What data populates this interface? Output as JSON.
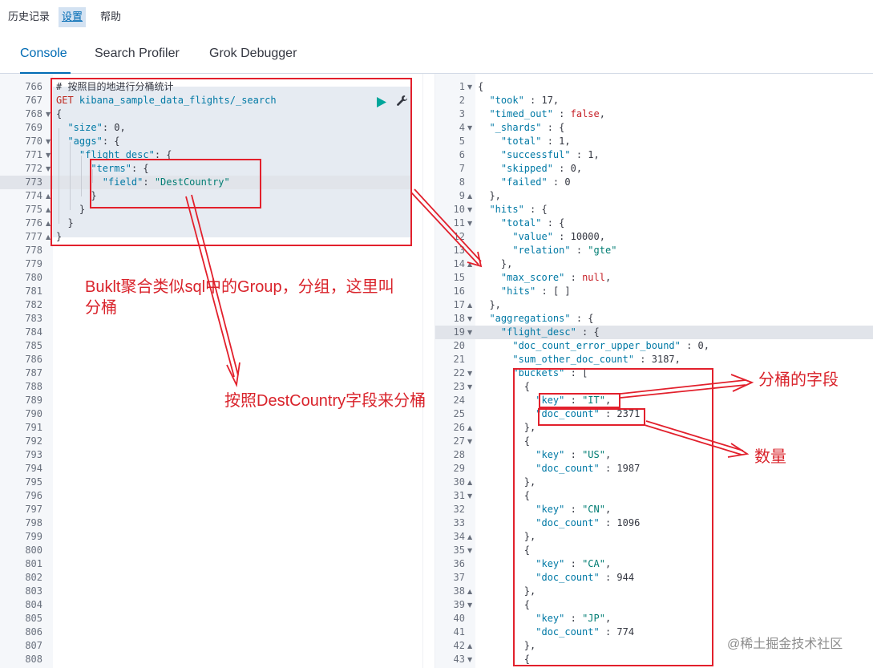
{
  "top_menu": {
    "history": "历史记录",
    "settings": "设置",
    "help": "帮助"
  },
  "tabs": {
    "console": "Console",
    "search_profiler": "Search Profiler",
    "grok_debugger": "Grok Debugger"
  },
  "request_lines": [
    {
      "num": "766",
      "text": "# 按照目的地进行分桶统计",
      "kind": "comment"
    },
    {
      "num": "767",
      "text": "GET kibana_sample_data_flights/_search",
      "kind": "method"
    },
    {
      "num": "768",
      "text": "{",
      "kind": "plain"
    },
    {
      "num": "769",
      "text": "  \"size\": 0,",
      "kind": "plain"
    },
    {
      "num": "770",
      "text": "  \"aggs\": {",
      "kind": "plain"
    },
    {
      "num": "771",
      "text": "    \"flight_desc\": {",
      "kind": "plain"
    },
    {
      "num": "772",
      "text": "      \"terms\": {",
      "kind": "plain"
    },
    {
      "num": "773",
      "text": "        \"field\": \"DestCountry\"",
      "kind": "plain"
    },
    {
      "num": "774",
      "text": "      }",
      "kind": "plain"
    },
    {
      "num": "775",
      "text": "    }",
      "kind": "plain"
    },
    {
      "num": "776",
      "text": "  }",
      "kind": "plain"
    },
    {
      "num": "777",
      "text": "}",
      "kind": "plain"
    },
    {
      "num": "778",
      "text": "",
      "kind": "plain"
    },
    {
      "num": "779",
      "text": "",
      "kind": "plain"
    },
    {
      "num": "780",
      "text": "",
      "kind": "plain"
    },
    {
      "num": "781",
      "text": "",
      "kind": "plain"
    },
    {
      "num": "782",
      "text": "",
      "kind": "plain"
    },
    {
      "num": "783",
      "text": "",
      "kind": "plain"
    },
    {
      "num": "784",
      "text": "",
      "kind": "plain"
    },
    {
      "num": "785",
      "text": "",
      "kind": "plain"
    },
    {
      "num": "786",
      "text": "",
      "kind": "plain"
    },
    {
      "num": "787",
      "text": "",
      "kind": "plain"
    },
    {
      "num": "788",
      "text": "",
      "kind": "plain"
    },
    {
      "num": "789",
      "text": "",
      "kind": "plain"
    },
    {
      "num": "790",
      "text": "",
      "kind": "plain"
    },
    {
      "num": "791",
      "text": "",
      "kind": "plain"
    },
    {
      "num": "792",
      "text": "",
      "kind": "plain"
    },
    {
      "num": "793",
      "text": "",
      "kind": "plain"
    },
    {
      "num": "794",
      "text": "",
      "kind": "plain"
    },
    {
      "num": "795",
      "text": "",
      "kind": "plain"
    },
    {
      "num": "796",
      "text": "",
      "kind": "plain"
    },
    {
      "num": "797",
      "text": "",
      "kind": "plain"
    },
    {
      "num": "798",
      "text": "",
      "kind": "plain"
    },
    {
      "num": "799",
      "text": "",
      "kind": "plain"
    },
    {
      "num": "800",
      "text": "",
      "kind": "plain"
    },
    {
      "num": "801",
      "text": "",
      "kind": "plain"
    },
    {
      "num": "802",
      "text": "",
      "kind": "plain"
    },
    {
      "num": "803",
      "text": "",
      "kind": "plain"
    },
    {
      "num": "804",
      "text": "",
      "kind": "plain"
    },
    {
      "num": "805",
      "text": "",
      "kind": "plain"
    },
    {
      "num": "806",
      "text": "",
      "kind": "plain"
    },
    {
      "num": "807",
      "text": "",
      "kind": "plain"
    },
    {
      "num": "808",
      "text": "",
      "kind": "plain"
    }
  ],
  "response_lines": [
    {
      "num": "1",
      "text": "{"
    },
    {
      "num": "2",
      "text": "  \"took\" : 17,"
    },
    {
      "num": "3",
      "text": "  \"timed_out\" : false,"
    },
    {
      "num": "4",
      "text": "  \"_shards\" : {"
    },
    {
      "num": "5",
      "text": "    \"total\" : 1,"
    },
    {
      "num": "6",
      "text": "    \"successful\" : 1,"
    },
    {
      "num": "7",
      "text": "    \"skipped\" : 0,"
    },
    {
      "num": "8",
      "text": "    \"failed\" : 0"
    },
    {
      "num": "9",
      "text": "  },"
    },
    {
      "num": "10",
      "text": "  \"hits\" : {"
    },
    {
      "num": "11",
      "text": "    \"total\" : {"
    },
    {
      "num": "12",
      "text": "      \"value\" : 10000,"
    },
    {
      "num": "13",
      "text": "      \"relation\" : \"gte\""
    },
    {
      "num": "14",
      "text": "    },"
    },
    {
      "num": "15",
      "text": "    \"max_score\" : null,"
    },
    {
      "num": "16",
      "text": "    \"hits\" : [ ]"
    },
    {
      "num": "17",
      "text": "  },"
    },
    {
      "num": "18",
      "text": "  \"aggregations\" : {"
    },
    {
      "num": "19",
      "text": "    \"flight_desc\" : {"
    },
    {
      "num": "20",
      "text": "      \"doc_count_error_upper_bound\" : 0,"
    },
    {
      "num": "21",
      "text": "      \"sum_other_doc_count\" : 3187,"
    },
    {
      "num": "22",
      "text": "      \"buckets\" : ["
    },
    {
      "num": "23",
      "text": "        {"
    },
    {
      "num": "24",
      "text": "          \"key\" : \"IT\","
    },
    {
      "num": "25",
      "text": "          \"doc_count\" : 2371"
    },
    {
      "num": "26",
      "text": "        },"
    },
    {
      "num": "27",
      "text": "        {"
    },
    {
      "num": "28",
      "text": "          \"key\" : \"US\","
    },
    {
      "num": "29",
      "text": "          \"doc_count\" : 1987"
    },
    {
      "num": "30",
      "text": "        },"
    },
    {
      "num": "31",
      "text": "        {"
    },
    {
      "num": "32",
      "text": "          \"key\" : \"CN\","
    },
    {
      "num": "33",
      "text": "          \"doc_count\" : 1096"
    },
    {
      "num": "34",
      "text": "        },"
    },
    {
      "num": "35",
      "text": "        {"
    },
    {
      "num": "36",
      "text": "          \"key\" : \"CA\","
    },
    {
      "num": "37",
      "text": "          \"doc_count\" : 944"
    },
    {
      "num": "38",
      "text": "        },"
    },
    {
      "num": "39",
      "text": "        {"
    },
    {
      "num": "40",
      "text": "          \"key\" : \"JP\","
    },
    {
      "num": "41",
      "text": "          \"doc_count\" : 774"
    },
    {
      "num": "42",
      "text": "        },"
    },
    {
      "num": "43",
      "text": "        {"
    }
  ],
  "annotations": {
    "bucket_note": "Buklt聚合类似sql中的Group，分组，这里叫\n分桶",
    "field_note": "按照DestCountry字段来分桶",
    "key_note": "分桶的字段",
    "count_note": "数量"
  },
  "watermark": "@稀土掘金技术社区",
  "colors": {
    "accent": "#006bb4",
    "annotation_red": "#e2202c",
    "play_green": "#00a69b"
  },
  "icons": {
    "run": "play-icon",
    "settings": "wrench-icon"
  }
}
